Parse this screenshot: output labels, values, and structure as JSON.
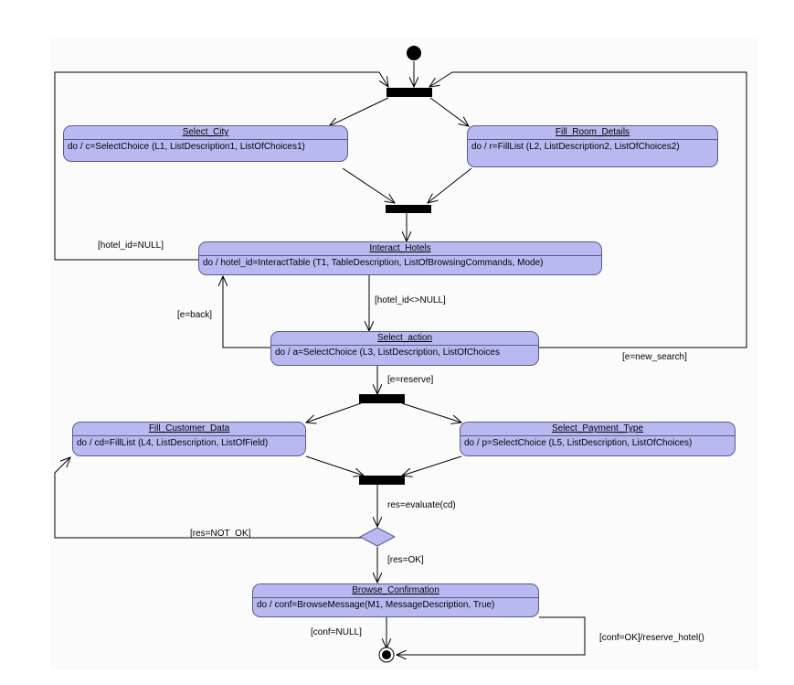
{
  "states": {
    "select_city": {
      "name": "Select_City",
      "action": "do / c=SelectChoice (L1, ListDescription1, ListOfChoices1)"
    },
    "fill_room_details": {
      "name": "Fill_Room_Details",
      "action": "do / r=FillList (L2, ListDescription2, ListOfChoices2)"
    },
    "interact_hotels": {
      "name": "Interact_Hotels",
      "action": "do / hotel_id=InteractTable (T1, TableDescription, ListOfBrowsingCommands, Mode)"
    },
    "select_action": {
      "name": "Select_action",
      "action": "do / a=SelectChoice (L3, ListDescription, ListOfChoices"
    },
    "fill_customer_data": {
      "name": "Fill_Customer_Data",
      "action": "do / cd=FillList (L4, ListDescription, ListOfField)"
    },
    "select_payment_type": {
      "name": "Select_Payment_Type",
      "action": "do / p=SelectChoice (L5, ListDescription, ListOfChoices)"
    },
    "browse_confirmation": {
      "name": "Browse_Confirmation",
      "action": "do / conf=BrowseMessage(M1, MessageDescription, True)"
    }
  },
  "guards": {
    "hotel_id_null": "[hotel_id=NULL]",
    "hotel_id_not_null": "[hotel_id<>NULL]",
    "e_back": "[e=back]",
    "e_new_search": "[e=new_search]",
    "e_reserve": "[e=reserve]",
    "res_eval": "res=evaluate(cd)",
    "res_not_ok": "[res=NOT_OK]",
    "res_ok": "[res=OK]",
    "conf_null": "[conf=NULL]",
    "conf_ok": "[conf=OK]/reserve_hotel()"
  },
  "colors": {
    "state_fill": "#b9b9f2",
    "state_border": "#5a5a8a",
    "bar": "#000000",
    "decision_fill": "#b9b9f2"
  }
}
